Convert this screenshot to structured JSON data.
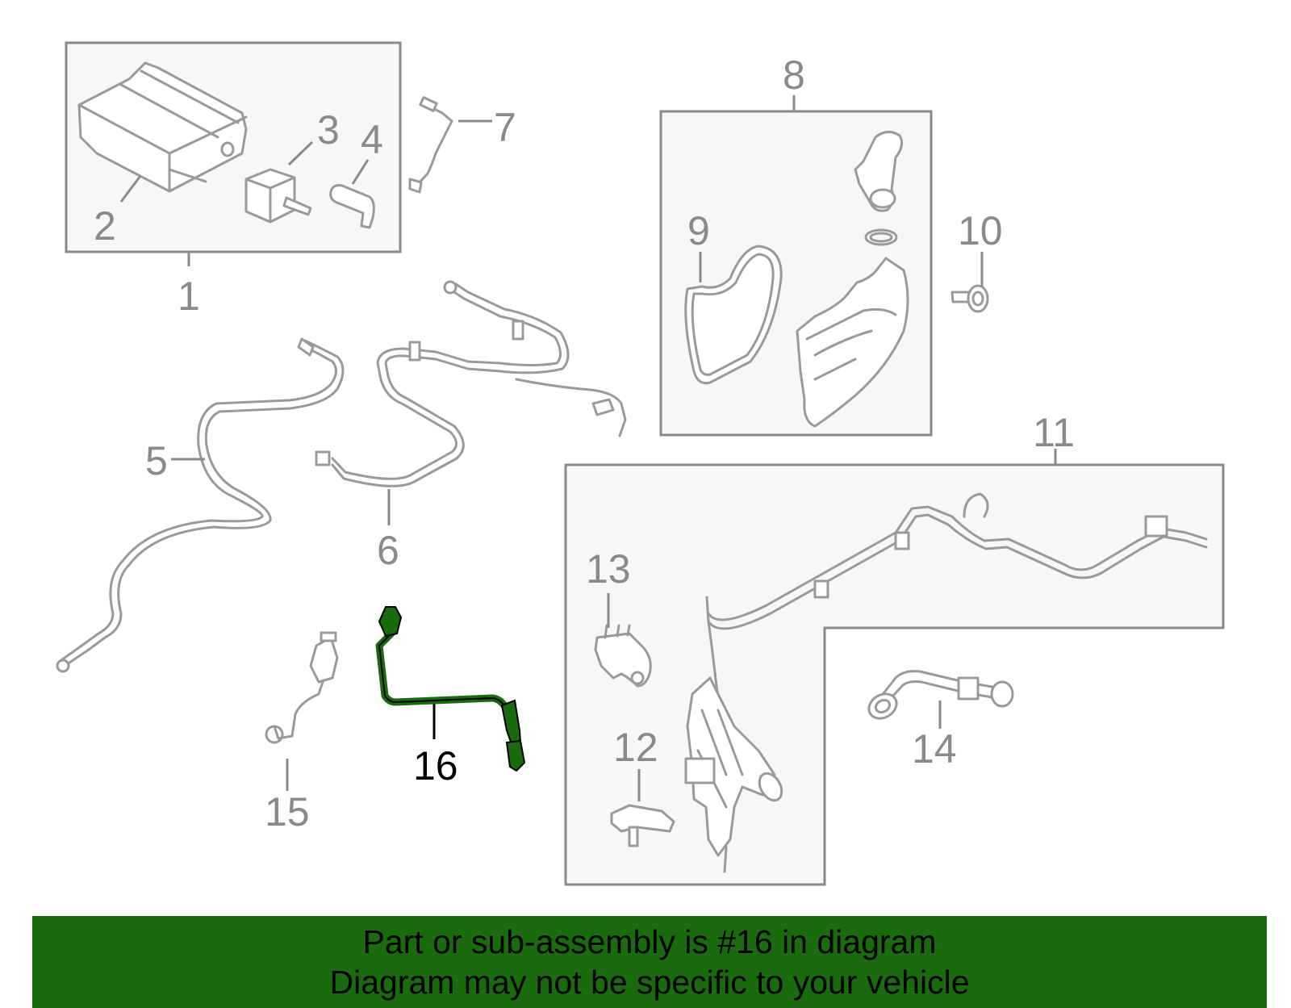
{
  "callouts": {
    "c1": "1",
    "c2": "2",
    "c3": "3",
    "c4": "4",
    "c5": "5",
    "c6": "6",
    "c7": "7",
    "c8": "8",
    "c9": "9",
    "c10": "10",
    "c11": "11",
    "c12": "12",
    "c13": "13",
    "c14": "14",
    "c15": "15",
    "c16": "16"
  },
  "highlighted_part": "16",
  "colors": {
    "highlight_part": "#1a6b0e",
    "banner_background": "#1a6b0e",
    "line_gray": "#9a9a9a",
    "callout_gray": "#8a8a8a"
  },
  "banner": {
    "line1": "Part or sub-assembly is #16 in diagram",
    "line2": "Diagram may not be specific to your vehicle"
  }
}
